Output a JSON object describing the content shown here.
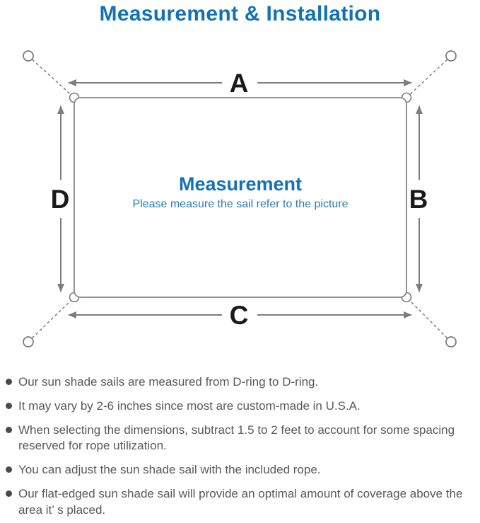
{
  "page": {
    "title": "Measurement & Installation"
  },
  "diagram": {
    "dimension_labels": {
      "top": "A",
      "right": "B",
      "bottom": "C",
      "left": "D"
    },
    "center_title": "Measurement",
    "center_subtitle": "Please measure the sail refer to the picture"
  },
  "bullets": [
    "Our sun shade sails are measured from D-ring to D-ring.",
    "It may vary by 2-6 inches since most are custom-made in U.S.A.",
    "When selecting the dimensions, subtract 1.5 to 2 feet to account for some spacing reserved for rope utilization.",
    "You can adjust the sun shade sail with the included rope.",
    "Our flat-edged sun shade sail will provide an optimal amount of coverage above the area it’ s placed."
  ],
  "colors": {
    "title_blue": "#1272b8",
    "subtitle_blue": "#2b7cb3",
    "line_gray": "#7d7d7d",
    "text_gray": "#595959",
    "label_black": "#1a1a1a"
  }
}
